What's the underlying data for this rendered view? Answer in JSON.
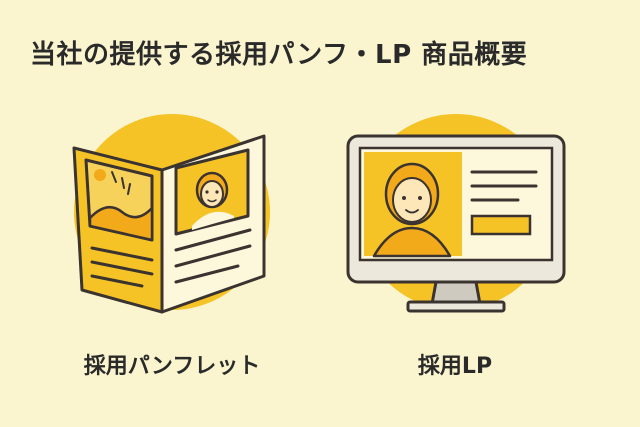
{
  "title": "当社の提供する採用パンフ・LP 商品概要",
  "products": [
    {
      "label": "採用パンフレット",
      "icon": "brochure-icon"
    },
    {
      "label": "採用LP",
      "icon": "monitor-icon"
    }
  ],
  "colors": {
    "background": "#fbf5cf",
    "circle": "#f6c327",
    "accent": "#f2b319",
    "light_panel": "#f7e49a",
    "paper": "#fdf7dc",
    "outline": "#3a3330"
  }
}
